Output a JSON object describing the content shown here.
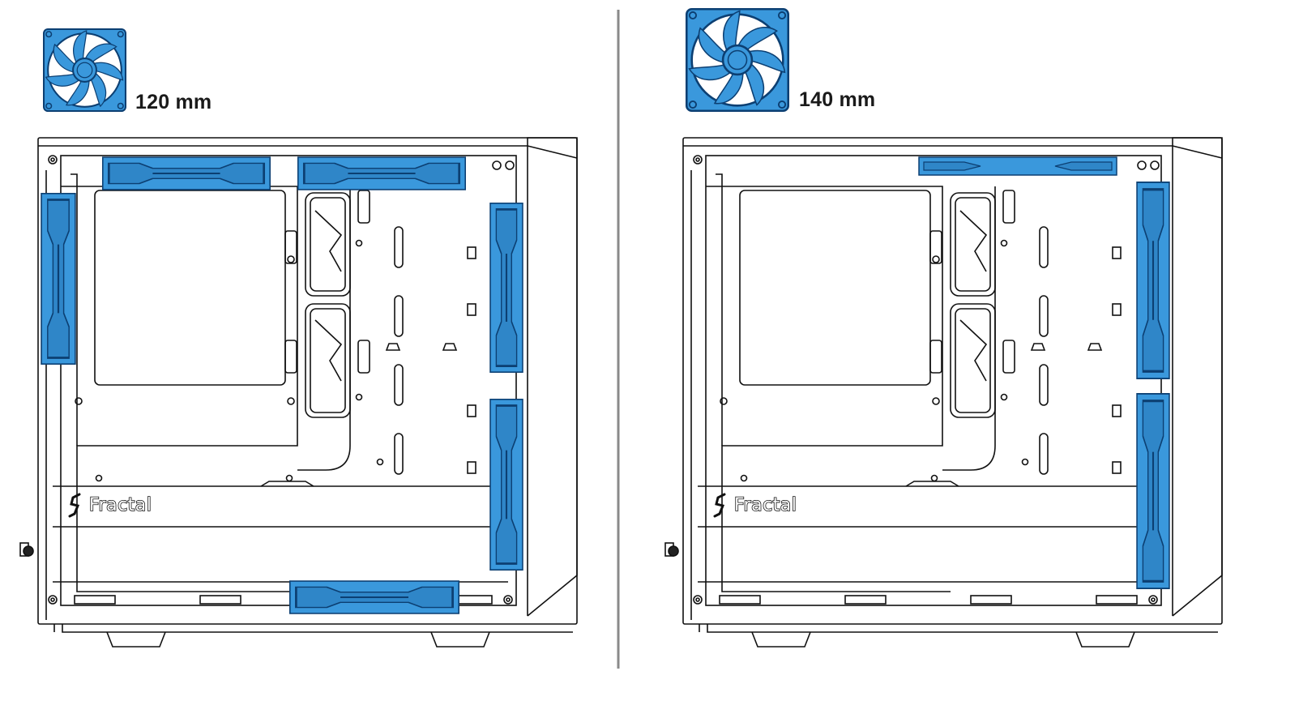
{
  "colors": {
    "fan_blue": "#3a98dc",
    "fan_dark": "#0c3f72",
    "line": "#111111",
    "divider": "#8a8a8a"
  },
  "panels": [
    {
      "fan_size_label": "120 mm",
      "fan_icon": "fan-icon",
      "brand_label": "Fractal"
    },
    {
      "fan_size_label": "140 mm",
      "fan_icon": "fan-icon",
      "brand_label": "Fractal"
    }
  ]
}
